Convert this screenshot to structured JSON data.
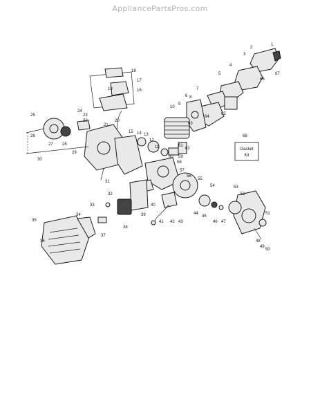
{
  "watermark": "AppliancePartsPros.com",
  "gasket_kit": {
    "number": "68",
    "line1": "Gasket",
    "line2": "Kit"
  },
  "callouts": [
    "1",
    "2",
    "3",
    "4",
    "5",
    "6",
    "7",
    "8",
    "9",
    "10",
    "11",
    "12",
    "13",
    "14",
    "15",
    "16",
    "17",
    "18",
    "19",
    "20",
    "21",
    "22",
    "23",
    "24",
    "25",
    "26",
    "27",
    "28",
    "29",
    "30",
    "31",
    "32",
    "33",
    "34",
    "35",
    "36",
    "37",
    "38",
    "39",
    "40",
    "41",
    "42",
    "43",
    "44",
    "45",
    "46",
    "47",
    "48",
    "49",
    "50",
    "51",
    "52",
    "53",
    "54",
    "55",
    "56",
    "57",
    "58",
    "59",
    "60",
    "61",
    "62",
    "63",
    "64",
    "65",
    "66",
    "67"
  ]
}
